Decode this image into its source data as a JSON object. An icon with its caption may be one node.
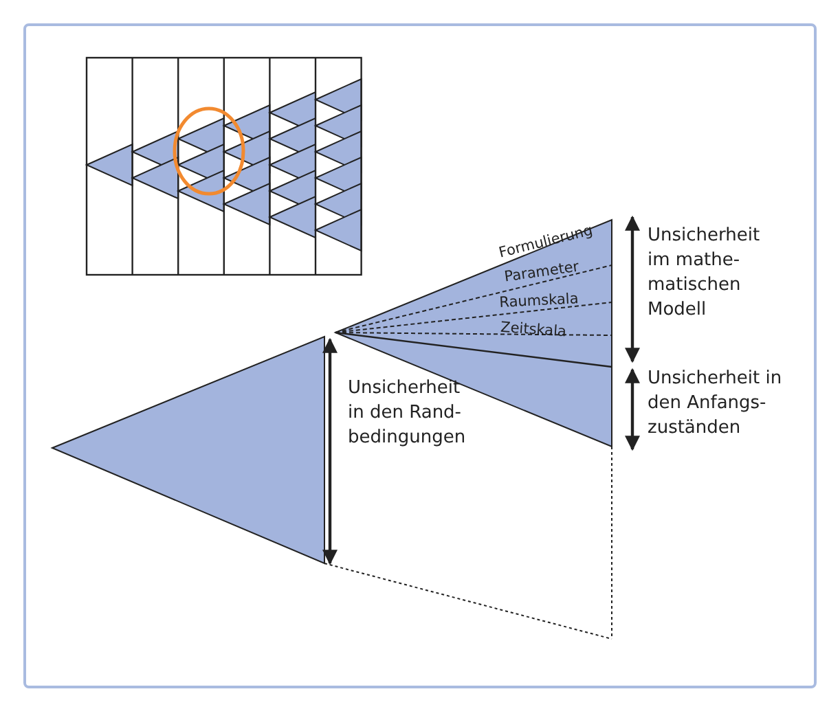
{
  "diagram": {
    "labels": [
      "Formulierung",
      "Parameter",
      "Raumskala",
      "Zeitskala",
      "Unsicherheit im mathe- matischen Modell",
      "Unsicherheit in den Anfangs- zuständen",
      "Unsicherheit in den Rand- bedingungen"
    ]
  }
}
